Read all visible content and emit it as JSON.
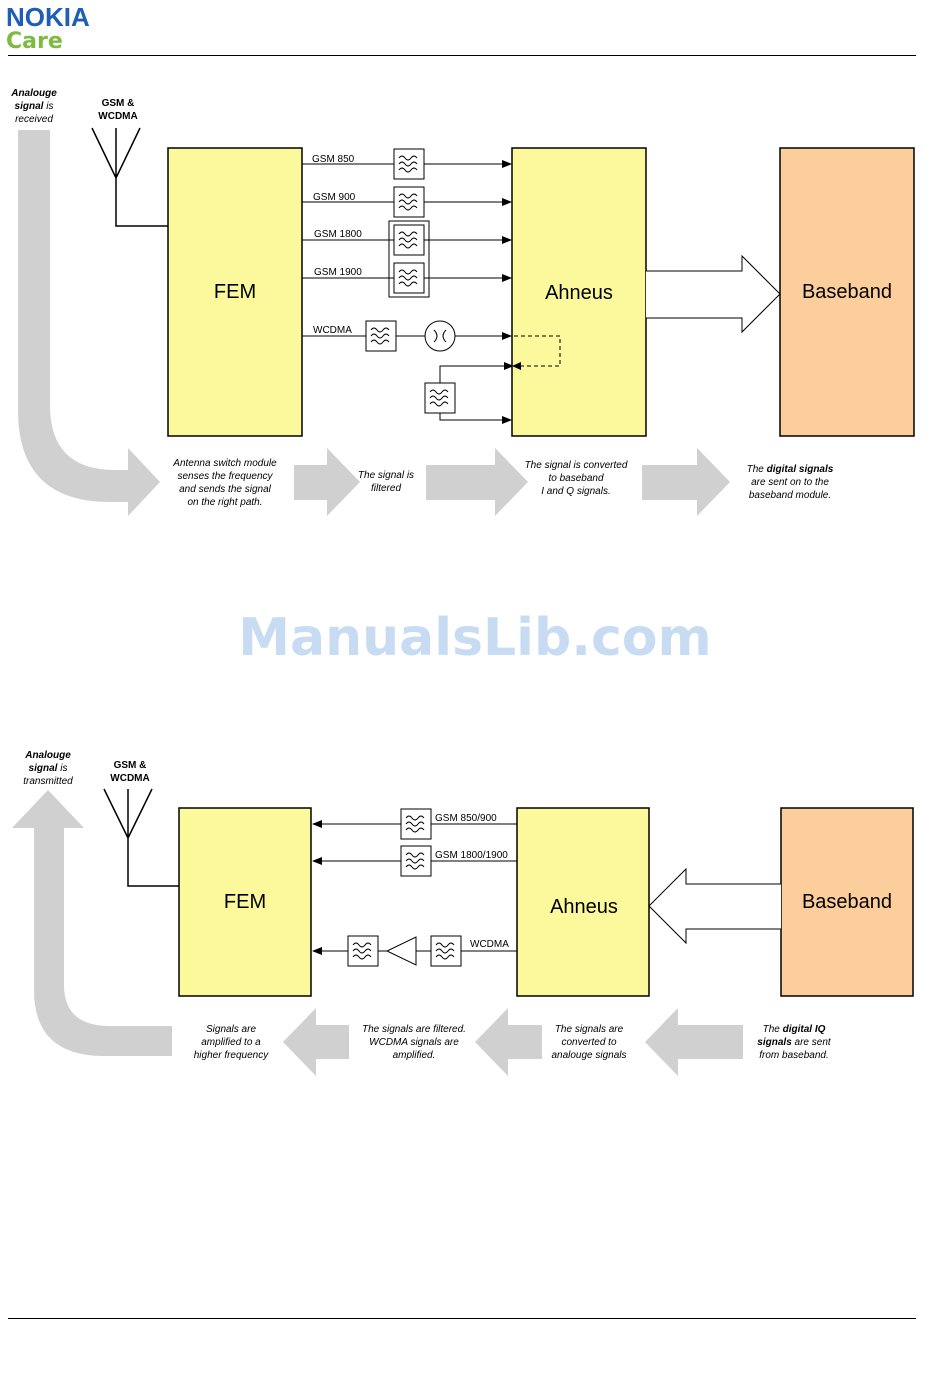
{
  "header": {
    "brand": "NOKIA",
    "sub": "Care"
  },
  "watermark": "ManualsLib.com",
  "rx": {
    "side_note": {
      "line1": "Analouge",
      "line2a": "signal",
      "line2b": " is",
      "line3": "received"
    },
    "antenna_label": {
      "line1": "GSM &",
      "line2": "WCDMA"
    },
    "fem": "FEM",
    "ahneus": "Ahneus",
    "baseband": "Baseband",
    "paths": [
      "GSM 850",
      "GSM 900",
      "GSM 1800",
      "GSM 1900",
      "WCDMA"
    ],
    "steps": [
      {
        "lines": [
          "Antenna switch module",
          "senses the frequency",
          "and sends the signal",
          "on the right path."
        ]
      },
      {
        "lines": [
          "The signal is",
          "filtered"
        ]
      },
      {
        "lines": [
          "The signal is converted",
          "to baseband",
          "I and Q signals."
        ]
      },
      {
        "pre": "The ",
        "bold": "digital signals",
        "lines": [
          "are sent on to the",
          "baseband module."
        ]
      }
    ]
  },
  "tx": {
    "side_note": {
      "line1": "Analouge",
      "line2a": "signal",
      "line2b": " is",
      "line3": "transmitted"
    },
    "antenna_label": {
      "line1": "GSM &",
      "line2": "WCDMA"
    },
    "fem": "FEM",
    "ahneus": "Ahneus",
    "baseband": "Baseband",
    "paths": [
      "GSM 850/900",
      "GSM 1800/1900",
      "WCDMA"
    ],
    "steps": [
      {
        "lines": [
          "Signals are",
          "amplified to a",
          "higher frequency"
        ]
      },
      {
        "lines": [
          "The signals are filtered.",
          "WCDMA signals are",
          "amplified."
        ]
      },
      {
        "lines": [
          "The signals are",
          "converted to",
          "analouge signals"
        ]
      },
      {
        "pre": "The ",
        "bold": "digital IQ",
        "boldline2": "signals",
        "rest2": " are sent",
        "lines": [
          "from baseband."
        ]
      }
    ]
  },
  "colors": {
    "block_yellow": "#fbf99b",
    "block_orange": "#fcce9b",
    "arrow_gray": "#d0d0d0",
    "nokia_blue": "#1d5fb6",
    "care_green": "#7dba3f"
  }
}
